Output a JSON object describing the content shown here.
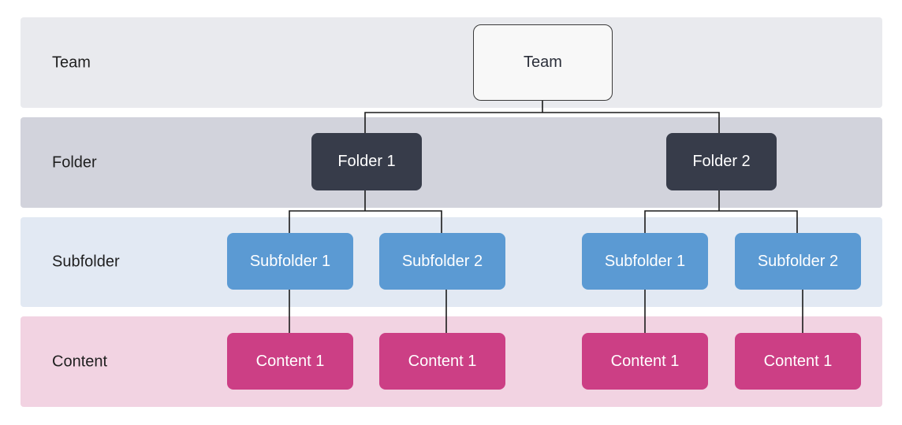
{
  "colors": {
    "team_band": "#e9eaee",
    "folder_band": "#d2d3dc",
    "subfolder_band": "#e2e9f3",
    "content_band": "#f2d3e2",
    "folder_node": "#373c4a",
    "subfolder_node": "#5b9ad3",
    "content_node": "#cc3f85",
    "connector": "#1a1a1a"
  },
  "levels": {
    "team": "Team",
    "folder": "Folder",
    "subfolder": "Subfolder",
    "content": "Content"
  },
  "team_node": "Team",
  "folders": [
    {
      "label": "Folder 1",
      "subfolders": [
        {
          "label": "Subfolder 1",
          "content": "Content 1"
        },
        {
          "label": "Subfolder 2",
          "content": "Content 1"
        }
      ]
    },
    {
      "label": "Folder 2",
      "subfolders": [
        {
          "label": "Subfolder 1",
          "content": "Content 1"
        },
        {
          "label": "Subfolder 2",
          "content": "Content 1"
        }
      ]
    }
  ]
}
